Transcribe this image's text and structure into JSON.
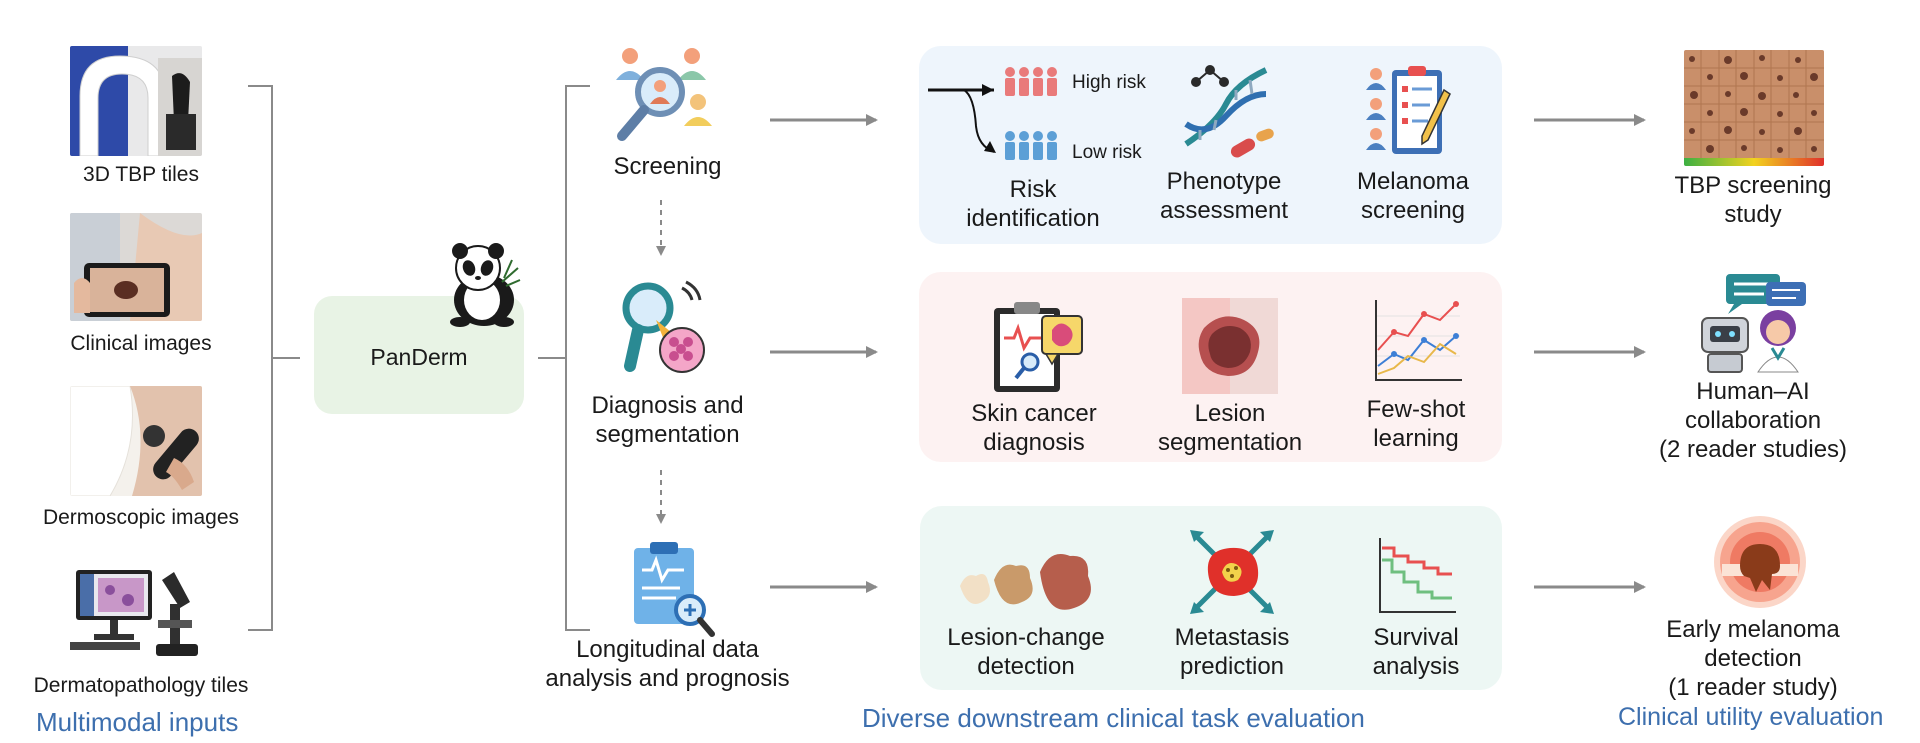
{
  "inputs": {
    "items": [
      {
        "label": "3D TBP tiles"
      },
      {
        "label": "Clinical images"
      },
      {
        "label": "Dermoscopic images"
      },
      {
        "label": "Dermatopathology tiles"
      }
    ],
    "section_label": "Multimodal inputs"
  },
  "model": {
    "name": "PanDerm"
  },
  "stages": [
    {
      "label_lines": [
        "Screening"
      ]
    },
    {
      "label_lines": [
        "Diagnosis and",
        "segmentation"
      ]
    },
    {
      "label_lines": [
        "Longitudinal data",
        "analysis and prognosis"
      ]
    }
  ],
  "tasks": {
    "section_label": "Diverse downstream clinical task evaluation",
    "row1": {
      "high_risk": "High risk",
      "low_risk": "Low risk",
      "items": [
        {
          "label_lines": [
            "Risk",
            "identification"
          ]
        },
        {
          "label_lines": [
            "Phenotype",
            "assessment"
          ]
        },
        {
          "label_lines": [
            "Melanoma",
            "screening"
          ]
        }
      ]
    },
    "row2": {
      "items": [
        {
          "label_lines": [
            "Skin cancer",
            "diagnosis"
          ]
        },
        {
          "label_lines": [
            "Lesion",
            "segmentation"
          ]
        },
        {
          "label_lines": [
            "Few-shot",
            "learning"
          ]
        }
      ]
    },
    "row3": {
      "items": [
        {
          "label_lines": [
            "Lesion-change",
            "detection"
          ]
        },
        {
          "label_lines": [
            "Metastasis",
            "prediction"
          ]
        },
        {
          "label_lines": [
            "Survival",
            "analysis"
          ]
        }
      ]
    }
  },
  "utility": {
    "section_label": "Clinical utility evaluation",
    "items": [
      {
        "label_lines": [
          "TBP screening",
          "study"
        ]
      },
      {
        "label_lines": [
          "Human–AI",
          "collaboration",
          "(2 reader studies)"
        ]
      },
      {
        "label_lines": [
          "Early melanoma",
          "detection",
          "(1 reader study)"
        ]
      }
    ]
  },
  "colors": {
    "panel_screening": "#eef5fc",
    "panel_diagnosis": "#fdf2f2",
    "panel_prognosis": "#edf7f4",
    "panderm_box": "#e8f3e5",
    "section_text": "#3d6fae",
    "arrow": "#8a8a8a"
  },
  "icons": [
    "tbp-scanner-icon",
    "clinical-photo-icon",
    "dermoscope-icon",
    "microscope-icon",
    "panda-icon",
    "screening-magnifier-icon",
    "diagnosis-magnifier-icon",
    "clipboard-magnifier-icon",
    "people-icon",
    "dna-icon",
    "checklist-icon",
    "diagnosis-clipboard-icon",
    "lesion-icon",
    "line-chart-icon",
    "lesion-change-icon",
    "metastasis-icon",
    "survival-chart-icon",
    "tbp-grid-icon",
    "robot-doctor-icon",
    "skin-lesion-icon"
  ]
}
